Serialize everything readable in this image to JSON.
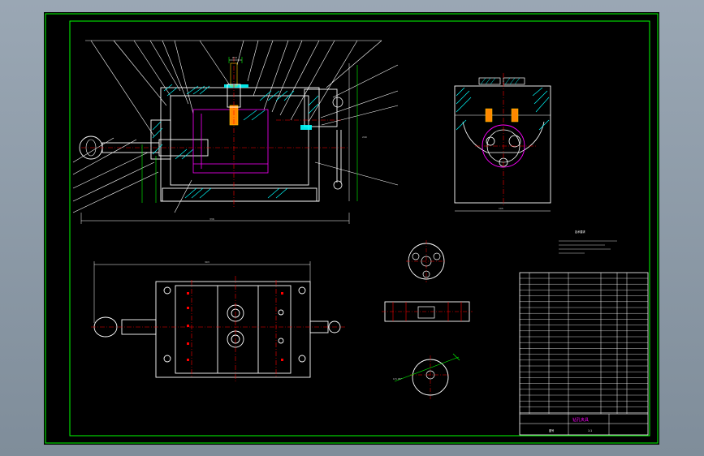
{
  "drawing": {
    "title_block_name": "钻孔夹具",
    "scale_label": "图号",
    "scale_value": "1:1",
    "tech_req_title": "技术要求"
  },
  "colors": {
    "background": "#000000",
    "border": "#00ff00",
    "geometry": "#ffffff",
    "centerline": "#ff0000",
    "hidden": "#ff00ff",
    "section": "#00ffff",
    "threads": "#ffff00"
  }
}
